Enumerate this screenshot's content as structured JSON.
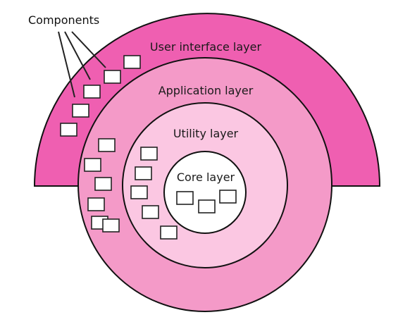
{
  "diagram": {
    "components_label": "Components",
    "layers": {
      "ui": {
        "label": "User interface layer",
        "color": "#ef5fb1"
      },
      "app": {
        "label": "Application layer",
        "color": "#f49ac8"
      },
      "utility": {
        "label": "Utility layer",
        "color": "#fbc7e2"
      },
      "core": {
        "label": "Core layer",
        "color": "#ffffff"
      }
    },
    "outline_color": "#111111",
    "component_fill": "#ffffff"
  }
}
